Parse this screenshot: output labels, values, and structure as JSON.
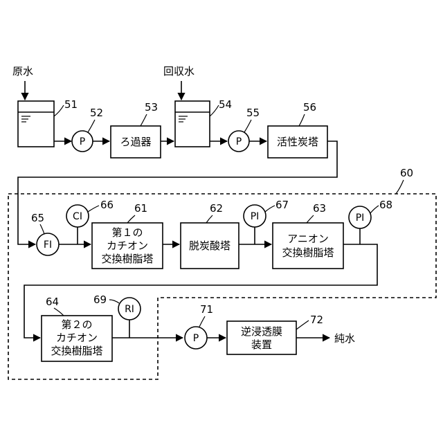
{
  "diagram": {
    "inputs": {
      "raw_water": "原水",
      "recovered_water": "回収水"
    },
    "output": {
      "pure_water": "純水"
    },
    "units": {
      "u53": "ろ過器",
      "u56": "活性炭塔",
      "u61_l1": "第１の",
      "u61_l2": "カチオン",
      "u61_l3": "交換樹脂塔",
      "u62": "脱炭酸塔",
      "u63_l1": "アニオン",
      "u63_l2": "交換樹脂塔",
      "u64_l1": "第２の",
      "u64_l2": "カチオン",
      "u64_l3": "交換樹脂塔",
      "u72_l1": "逆浸透膜",
      "u72_l2": "装置"
    },
    "instruments": {
      "p52": "P",
      "p55": "P",
      "fi65": "FI",
      "ci66": "CI",
      "pi67": "PI",
      "pi68": "PI",
      "ri69": "RI",
      "p71": "P"
    },
    "refs": {
      "r51": "51",
      "r52": "52",
      "r53": "53",
      "r54": "54",
      "r55": "55",
      "r56": "56",
      "r60": "60",
      "r61": "61",
      "r62": "62",
      "r63": "63",
      "r64": "64",
      "r65": "65",
      "r66": "66",
      "r67": "67",
      "r68": "68",
      "r69": "69",
      "r71": "71",
      "r72": "72"
    }
  }
}
